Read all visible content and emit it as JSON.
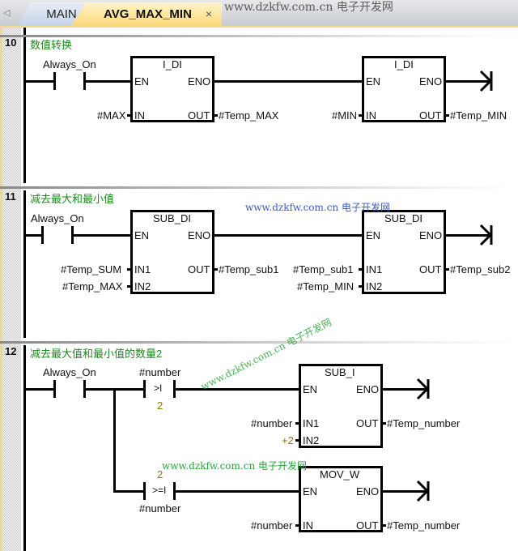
{
  "tabs": [
    {
      "label": "MAIN",
      "active": false
    },
    {
      "label": "AVG_MAX_MIN",
      "active": true,
      "close": "×"
    }
  ],
  "watermark": "www.dzkfw.com.cn 电子开发网",
  "networks": [
    {
      "number": "10",
      "title": "数值转换",
      "contact": "Always_On",
      "blocks": [
        {
          "name": "I_DI",
          "en": "EN",
          "eno": "ENO",
          "in1_pin": "IN",
          "in1": "#MAX",
          "out_pin": "OUT",
          "out": "#Temp_MAX"
        },
        {
          "name": "I_DI",
          "en": "EN",
          "eno": "ENO",
          "in1_pin": "IN",
          "in1": "#MIN",
          "out_pin": "OUT",
          "out": "#Temp_MIN"
        }
      ]
    },
    {
      "number": "11",
      "title": "减去最大和最小值",
      "contact": "Always_On",
      "blocks": [
        {
          "name": "SUB_DI",
          "en": "EN",
          "eno": "ENO",
          "in1_pin": "IN1",
          "in1": "#Temp_SUM",
          "in2_pin": "IN2",
          "in2": "#Temp_MAX",
          "out_pin": "OUT",
          "out": "#Temp_sub1"
        },
        {
          "name": "SUB_DI",
          "en": "EN",
          "eno": "ENO",
          "in1_pin": "IN1",
          "in1": "#Temp_sub1",
          "in2_pin": "IN2",
          "in2": "#Temp_MIN",
          "out_pin": "OUT",
          "out": "#Temp_sub2"
        }
      ]
    },
    {
      "number": "12",
      "title": "减去最大值和最小值的数量2",
      "contact": "Always_On",
      "compare1": {
        "operand_top": "#number",
        "op": ">I",
        "operand_bottom": "2"
      },
      "compare2": {
        "operand_top": "2",
        "op": ">=I",
        "operand_bottom": "#number"
      },
      "blocks": [
        {
          "name": "SUB_I",
          "en": "EN",
          "eno": "ENO",
          "in1_pin": "IN1",
          "in1": "#number",
          "in2_pin": "IN2",
          "in2": "+2",
          "out_pin": "OUT",
          "out": "#Temp_number"
        },
        {
          "name": "MOV_W",
          "en": "EN",
          "eno": "ENO",
          "in1_pin": "IN",
          "in1": "#number",
          "out_pin": "OUT",
          "out": "#Temp_number"
        }
      ]
    }
  ]
}
